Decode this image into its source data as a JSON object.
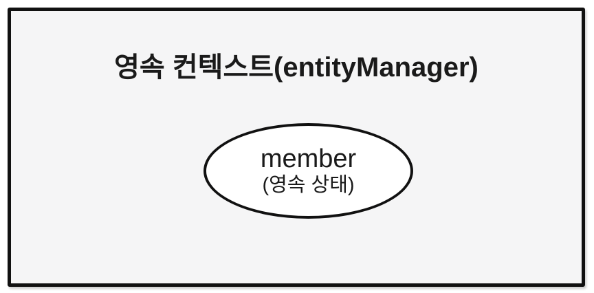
{
  "diagram": {
    "title": "영속 컨텍스트(entityManager)",
    "entity": {
      "name": "member",
      "state": "(영속 상태)"
    },
    "colors": {
      "box_border": "#111111",
      "box_fill": "#f5f5f6",
      "ellipse_border": "#111111",
      "ellipse_fill": "#ffffff",
      "text": "#1a1a1a"
    }
  }
}
